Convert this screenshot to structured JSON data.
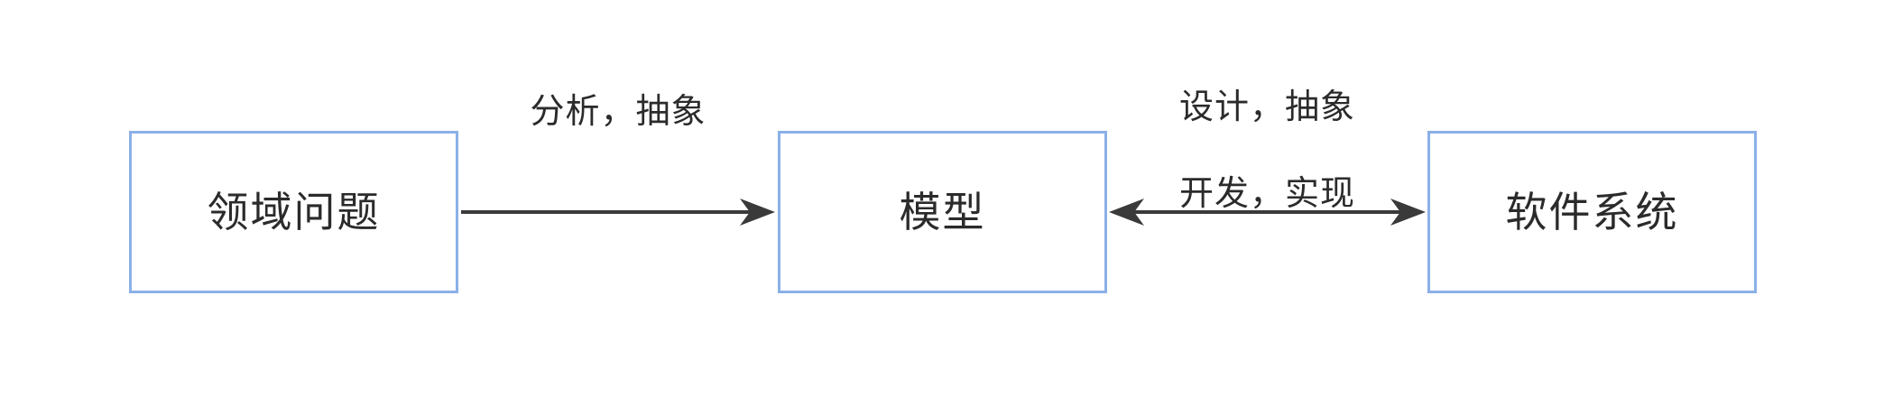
{
  "diagram": {
    "title": "domain-problem-model-software-system-flow",
    "background_color": "#ffffff",
    "node_border_color": "#8bb0e8",
    "edge_color": "#3a3a3a",
    "text_color": "#2b2b2b",
    "nodes": [
      {
        "id": "domain-problem",
        "label": "领域问题"
      },
      {
        "id": "model",
        "label": "模型"
      },
      {
        "id": "software-system",
        "label": "软件系统"
      }
    ],
    "edges": [
      {
        "id": "domain-problem-to-model",
        "from": "domain-problem",
        "to": "model",
        "direction": "forward",
        "label_above": "分析，抽象"
      },
      {
        "id": "model-to-software-system",
        "from": "model",
        "to": "software-system",
        "direction": "bidirectional",
        "label_above": "设计，抽象",
        "label_below": "开发，实现"
      }
    ]
  }
}
